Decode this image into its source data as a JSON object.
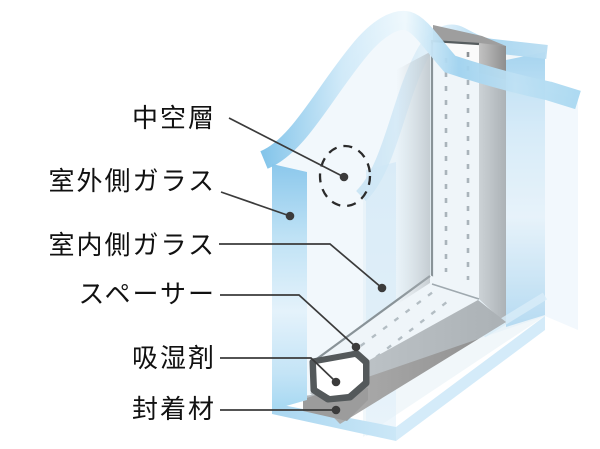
{
  "page": {
    "background": "#ffffff"
  },
  "diagram": {
    "subject": "double-glazing-unit-cross-section",
    "labels": [
      {
        "id": "air-space",
        "text": "中空層"
      },
      {
        "id": "outdoor-side-glass",
        "text": "室外側ガラス"
      },
      {
        "id": "indoor-side-glass",
        "text": "室内側ガラス"
      },
      {
        "id": "spacer",
        "text": "スペーサー"
      },
      {
        "id": "desiccant",
        "text": "吸湿剤"
      },
      {
        "id": "sealant",
        "text": "封着材"
      }
    ],
    "colors": {
      "glass_edge_blue": "#8fc9ec",
      "glass_highlight": "#eef8fd",
      "glass_face_tint": "#edf4f9",
      "spacer_gray": "#a2a2a2",
      "spacer_outline_dark": "#565c5e",
      "sealant_gray": "#9c9c9c",
      "leader": "#3b3b3b",
      "text": "#111111"
    }
  }
}
